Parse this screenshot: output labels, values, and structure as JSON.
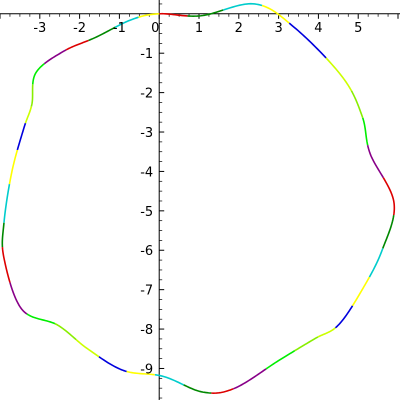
{
  "chart_data": {
    "type": "line",
    "title": "",
    "xlabel": "",
    "ylabel": "",
    "xlim": [
      -4,
      6.05
    ],
    "ylim": [
      -9.8,
      0.35
    ],
    "x_ticks": [
      -3,
      -2,
      -1,
      0,
      1,
      2,
      3,
      4,
      5
    ],
    "x_tick_labels": [
      "-3",
      "-2",
      "-1",
      "0",
      "1",
      "2",
      "3",
      "4",
      "5"
    ],
    "y_ticks": [
      -1,
      -2,
      -3,
      -4,
      -5,
      -6,
      -7,
      -8,
      -9
    ],
    "y_tick_labels": [
      "-1",
      "-2",
      "-3",
      "-4",
      "-5",
      "-6",
      "-7",
      "-8",
      "-9"
    ],
    "minor_ticks_per_unit": 4,
    "grid": false,
    "legend": "none",
    "curve": {
      "description_type": "closed wavy loop, 7 lobes",
      "center": [
        1.05,
        -4.82
      ],
      "mean_radius": 4.75,
      "wave_amplitude": 0.22,
      "wave_count": 7,
      "start_angle_deg": 90,
      "points": [
        [
          0.0,
          0.0
        ],
        [
          1.05,
          -0.05
        ],
        [
          2.4,
          0.25
        ],
        [
          3.4,
          -0.35
        ],
        [
          4.6,
          -1.6
        ],
        [
          5.1,
          -2.6
        ],
        [
          5.3,
          -3.55
        ],
        [
          5.9,
          -4.8
        ],
        [
          5.6,
          -6.0
        ],
        [
          5.1,
          -7.0
        ],
        [
          4.5,
          -7.9
        ],
        [
          3.9,
          -8.25
        ],
        [
          3.0,
          -8.8
        ],
        [
          1.9,
          -9.5
        ],
        [
          1.1,
          -9.6
        ],
        [
          0.1,
          -9.2
        ],
        [
          -0.9,
          -9.05
        ],
        [
          -1.8,
          -8.5
        ],
        [
          -2.55,
          -7.9
        ],
        [
          -3.45,
          -7.5
        ],
        [
          -3.9,
          -6.2
        ],
        [
          -3.9,
          -5.3
        ],
        [
          -3.7,
          -4.0
        ],
        [
          -3.4,
          -2.9
        ],
        [
          -3.2,
          -2.3
        ],
        [
          -3.1,
          -1.5
        ],
        [
          -2.4,
          -0.95
        ],
        [
          -1.6,
          -0.6
        ],
        [
          -0.7,
          -0.15
        ],
        [
          0.0,
          0.0
        ]
      ]
    },
    "segment_colors": [
      "#dd0000",
      "#008800",
      "#00cccc",
      "#ffff00",
      "#0000dd",
      "#ccff00",
      "#88ee00",
      "#00ee00",
      "#880088"
    ],
    "segment_sequence": [
      0,
      1,
      2,
      3,
      4,
      5,
      6,
      7,
      8,
      0,
      1,
      2,
      3,
      4,
      5,
      6,
      7,
      8,
      0,
      1,
      2,
      3,
      4,
      5,
      6,
      7,
      8,
      0,
      1,
      2,
      3,
      4,
      5,
      6,
      7,
      8,
      0,
      1,
      2,
      3
    ]
  }
}
